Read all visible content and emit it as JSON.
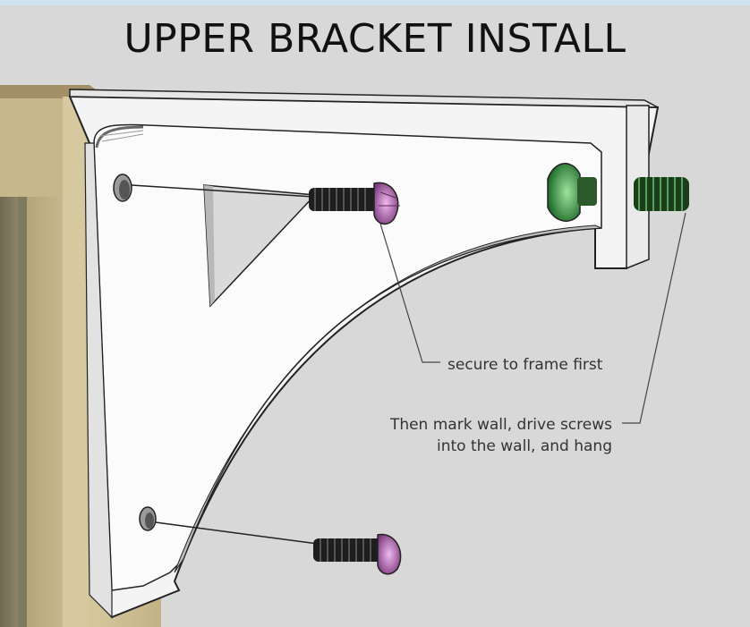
{
  "title": "UPPER BRACKET INSTALL",
  "callouts": {
    "frame": "secure to frame first",
    "wall_line1": "Then mark wall, drive screws",
    "wall_line2": "into the wall, and hang"
  }
}
